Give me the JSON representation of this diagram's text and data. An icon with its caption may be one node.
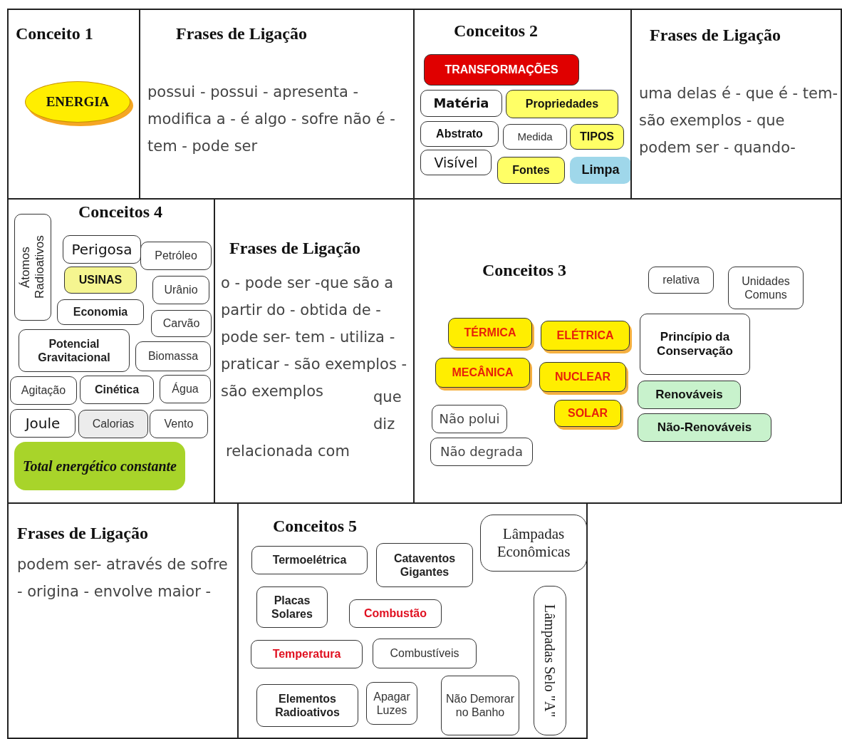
{
  "diagram": {
    "nodes": [
      {
        "text": [
          "Conceito 1"
        ]
      },
      {
        "text": [
          "ENERGIA"
        ],
        "in": 0
      },
      {
        "text": [
          "Frases de Ligação",
          "possui - possui - apresenta - modifica a - é algo - sofre não é -tem - pode ser"
        ]
      },
      {
        "text": [
          "Conceitos 2"
        ]
      },
      {
        "text": [
          "TRANSFORMAÇÕES"
        ],
        "in": 3
      },
      {
        "text": [
          "Matéria"
        ],
        "in": 3
      },
      {
        "text": [
          "Propriedades"
        ],
        "in": 3
      },
      {
        "text": [
          "Abstrato"
        ],
        "in": 3
      },
      {
        "text": [
          "Medida"
        ],
        "in": 3
      },
      {
        "text": [
          "TIPOS"
        ],
        "in": 3
      },
      {
        "text": [
          "Visível"
        ],
        "in": 3
      },
      {
        "text": [
          "Fontes"
        ],
        "in": 3
      },
      {
        "text": [
          "Limpa"
        ],
        "in": 3
      },
      {
        "text": [
          "Frases de Ligação",
          "uma delas é - que é - tem- são exemplos - que podem ser - quando-"
        ]
      },
      {
        "text": [
          "Conceitos 4"
        ]
      },
      {
        "text": [
          "Átomos Radioativos"
        ],
        "in": 14
      },
      {
        "text": [
          "Perigosa"
        ],
        "in": 14
      },
      {
        "text": [
          "Petróleo"
        ],
        "in": 14
      },
      {
        "text": [
          "USINAS"
        ],
        "in": 14
      },
      {
        "text": [
          "Urânio"
        ],
        "in": 14
      },
      {
        "text": [
          "Economia"
        ],
        "in": 14
      },
      {
        "text": [
          "Carvão"
        ],
        "in": 14
      },
      {
        "text": [
          "Potencial Gravitacional"
        ],
        "in": 14
      },
      {
        "text": [
          "Biomassa"
        ],
        "in": 14
      },
      {
        "text": [
          "Agitação"
        ],
        "in": 14
      },
      {
        "text": [
          "Cinética"
        ],
        "in": 14
      },
      {
        "text": [
          "Água"
        ],
        "in": 14
      },
      {
        "text": [
          "Joule"
        ],
        "in": 14
      },
      {
        "text": [
          "Calorias"
        ],
        "in": 14
      },
      {
        "text": [
          "Vento"
        ],
        "in": 14
      },
      {
        "text": [
          "Total energético constante"
        ],
        "in": 14
      },
      {
        "text": [
          "Frases de Ligação",
          "o - pode ser -que são a partir do - obtida de - pode ser- tem - utiliza - praticar - são exemplos - são exemplos",
          "que diz",
          "relacionada com"
        ]
      },
      {
        "text": [
          "Conceitos 3"
        ]
      },
      {
        "text": [
          "relativa"
        ],
        "in": 32
      },
      {
        "text": [
          "Unidades Comuns"
        ],
        "in": 32
      },
      {
        "text": [
          "TÉRMICA"
        ],
        "in": 32
      },
      {
        "text": [
          "ELÉTRICA"
        ],
        "in": 32
      },
      {
        "text": [
          "Princípio da Conservação"
        ],
        "in": 32
      },
      {
        "text": [
          "MECÂNICA"
        ],
        "in": 32
      },
      {
        "text": [
          "NUCLEAR"
        ],
        "in": 32
      },
      {
        "text": [
          "Renováveis"
        ],
        "in": 32
      },
      {
        "text": [
          "Não polui"
        ],
        "in": 32
      },
      {
        "text": [
          "SOLAR"
        ],
        "in": 32
      },
      {
        "text": [
          "Não-Renováveis"
        ],
        "in": 32
      },
      {
        "text": [
          "Não degrada"
        ],
        "in": 32
      },
      {
        "text": [
          "Frases de Ligação",
          "podem ser- através de sofre - origina - envolve maior -"
        ]
      },
      {
        "text": [
          "Conceitos 5"
        ]
      },
      {
        "text": [
          "Termoelétrica"
        ],
        "in": 46
      },
      {
        "text": [
          "Cataventos Gigantes"
        ],
        "in": 46
      },
      {
        "text": [
          "Lâmpadas Econômicas"
        ],
        "in": 46
      },
      {
        "text": [
          "Placas Solares"
        ],
        "in": 46
      },
      {
        "text": [
          "Combustão"
        ],
        "in": 46
      },
      {
        "text": [
          "Lâmpadas Selo \"A\""
        ],
        "in": 46
      },
      {
        "text": [
          "Temperatura"
        ],
        "in": 46
      },
      {
        "text": [
          "Combustíveis"
        ],
        "in": 46
      },
      {
        "text": [
          "Elementos Radioativos"
        ],
        "in": 46
      },
      {
        "text": [
          "Apagar Luzes"
        ],
        "in": 46
      },
      {
        "text": [
          "Não Demorar no Banho"
        ],
        "in": 46
      }
    ]
  }
}
